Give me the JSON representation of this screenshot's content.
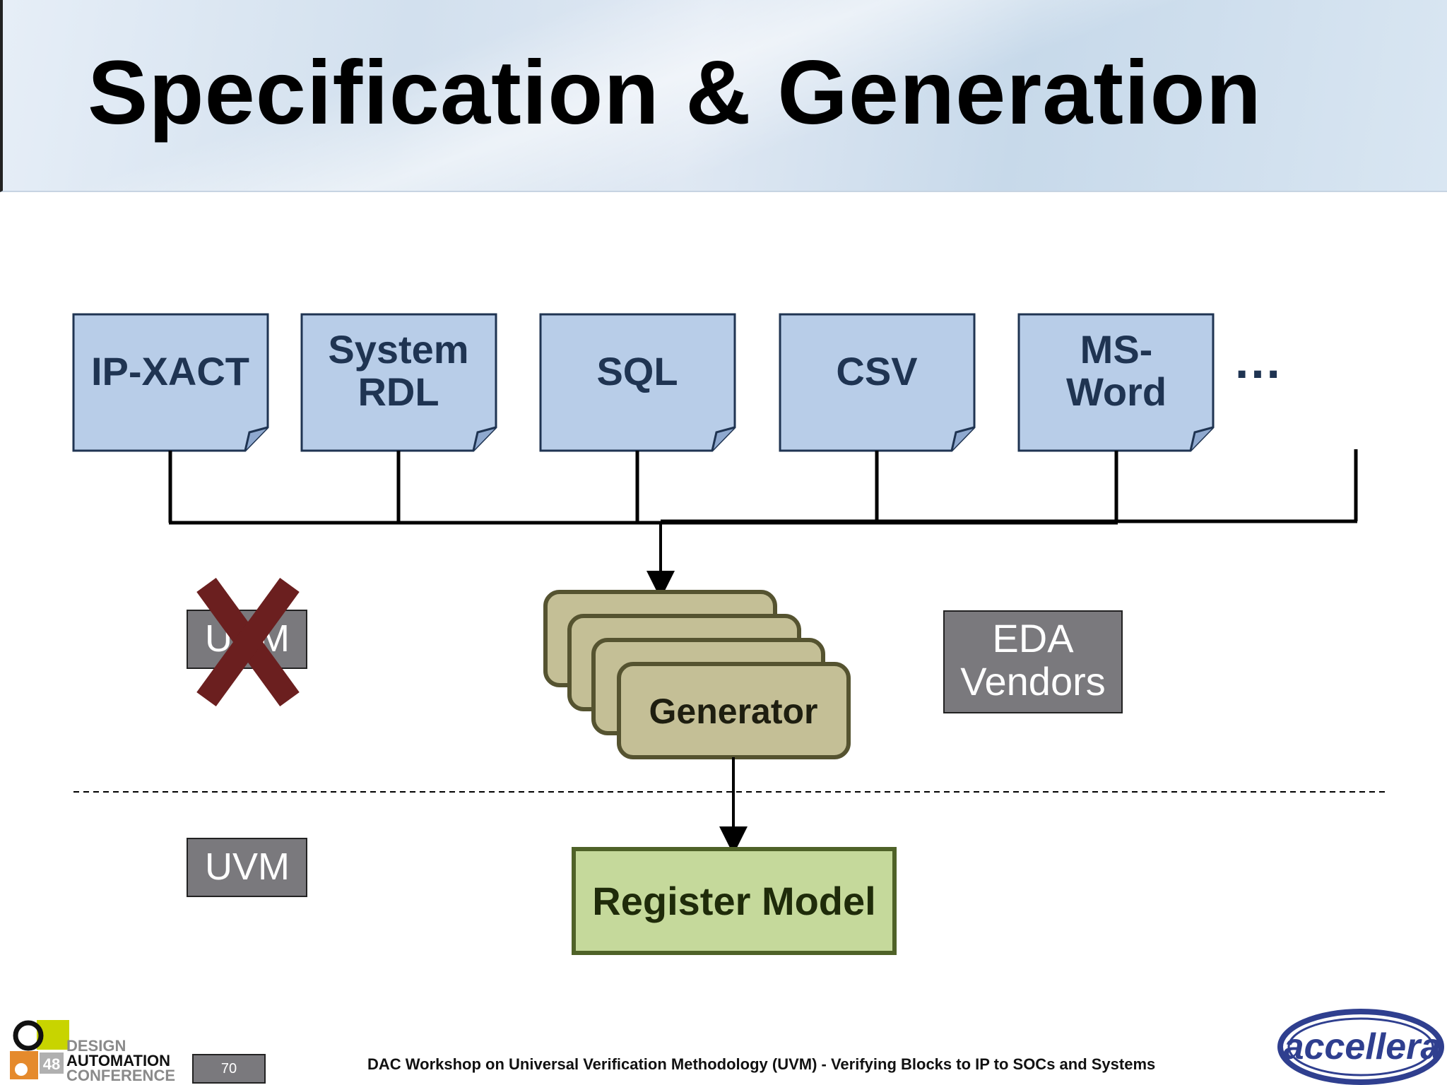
{
  "slide": {
    "title": "Specification & Generation",
    "page_number": "70",
    "footer": "DAC Workshop on Universal Verification Methodology (UVM) - Verifying Blocks to IP to SOCs and Systems"
  },
  "inputs": [
    {
      "id": "ip-xact",
      "lines": [
        "IP-XACT"
      ]
    },
    {
      "id": "system-rdl",
      "lines": [
        "System",
        "RDL"
      ]
    },
    {
      "id": "sql",
      "lines": [
        "SQL"
      ]
    },
    {
      "id": "csv",
      "lines": [
        "CSV"
      ]
    },
    {
      "id": "ms-word",
      "lines": [
        "MS-",
        "Word"
      ]
    }
  ],
  "ellipsis": "…",
  "generator": {
    "label": "Generator"
  },
  "output": {
    "label": "Register Model"
  },
  "providers": {
    "crossed_uvm": "UVM",
    "eda_vendors": [
      "EDA",
      "Vendors"
    ],
    "uvm": "UVM"
  },
  "logos": {
    "dac": {
      "line1": "DESIGN",
      "line2": "AUTOMATION",
      "line3": "CONFERENCE",
      "number": "48"
    },
    "accellera": "accellera"
  },
  "colors": {
    "doc_fill": "#b8cde8",
    "doc_stroke": "#1f3452",
    "generator_fill": "#c4bf96",
    "generator_stroke": "#555330",
    "register_fill": "#c5d99b",
    "register_stroke": "#4f6228",
    "gray_box": "#7a797d",
    "cross": "#6b1f1f"
  }
}
